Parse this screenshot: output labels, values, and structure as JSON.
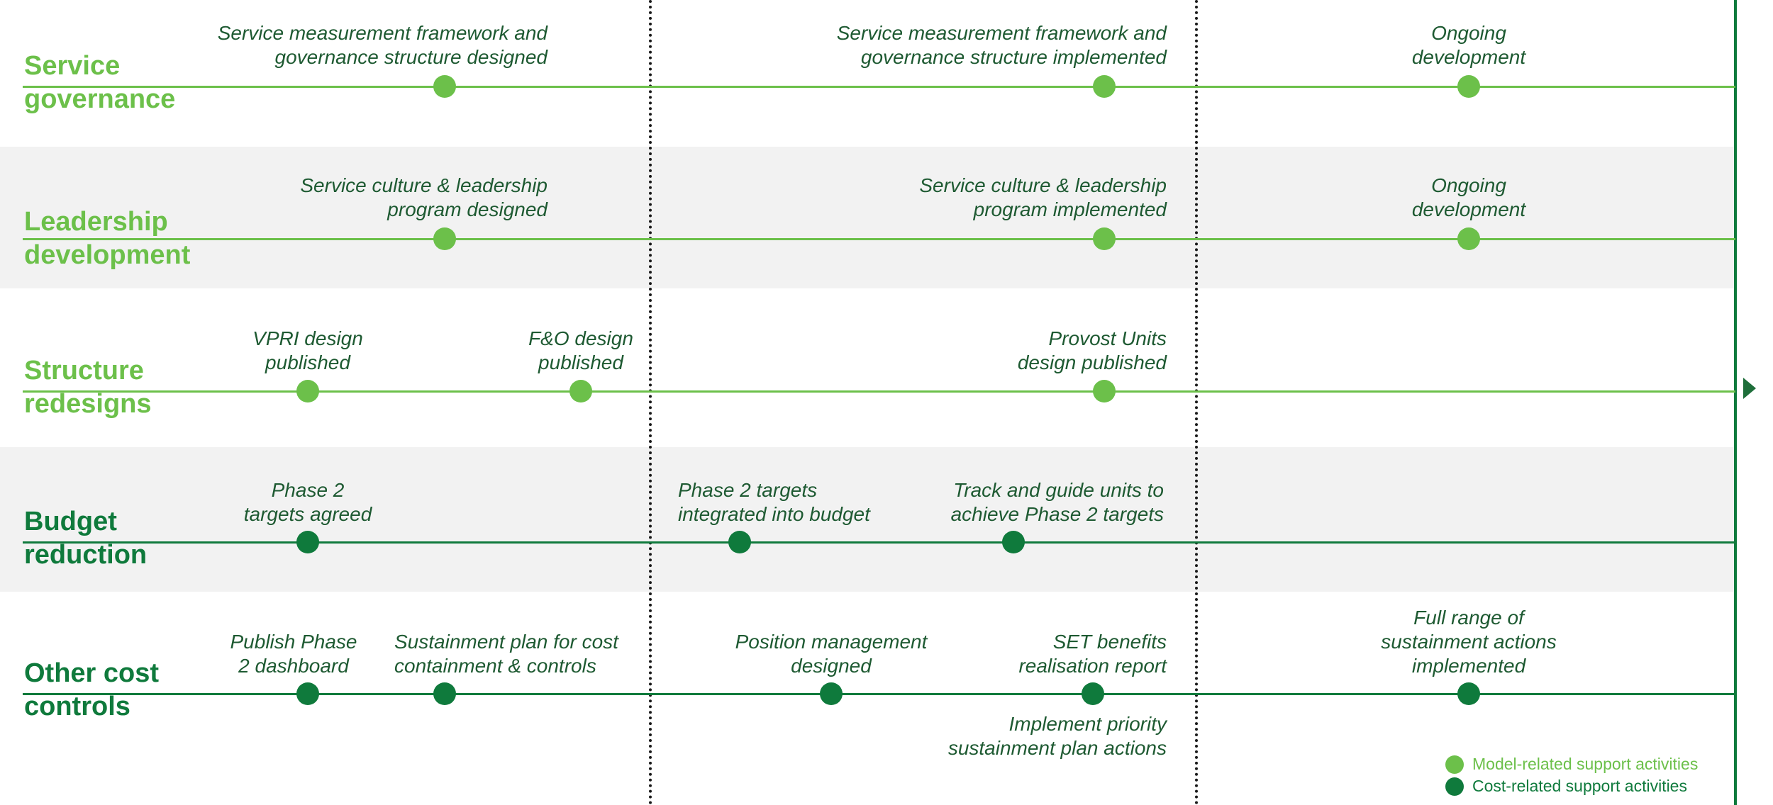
{
  "colors": {
    "model": "#6cc04a",
    "cost": "#0f7a3c",
    "band": "#f2f2f2",
    "label_text": "#1e5a32",
    "divider": "#1a1a1a"
  },
  "rows": [
    {
      "title": "Service\ngovernance",
      "kind": "model",
      "milestones": [
        {
          "text": "Service measurement framework and\ngovernance structure designed",
          "period": 1
        },
        {
          "text": "Service measurement framework and\ngovernance structure implemented",
          "period": 2
        },
        {
          "text": "Ongoing\ndevelopment",
          "period": 3
        }
      ]
    },
    {
      "title": "Leadership\ndevelopment",
      "kind": "model",
      "milestones": [
        {
          "text": "Service culture & leadership\nprogram designed",
          "period": 1
        },
        {
          "text": "Service culture & leadership\nprogram implemented",
          "period": 2
        },
        {
          "text": "Ongoing\ndevelopment",
          "period": 3
        }
      ]
    },
    {
      "title": "Structure\nredesigns",
      "kind": "model",
      "milestones": [
        {
          "text": "VPRI design\npublished",
          "period": 1
        },
        {
          "text": "F&O design\npublished",
          "period": 1
        },
        {
          "text": "Provost Units\ndesign published",
          "period": 2
        }
      ]
    },
    {
      "title": "Budget\nreduction",
      "kind": "cost",
      "milestones": [
        {
          "text": "Phase 2\ntargets agreed",
          "period": 1
        },
        {
          "text": "Phase 2 targets\nintegrated into budget",
          "period": 2
        },
        {
          "text": "Track and guide units to\nachieve Phase 2 targets",
          "period": 2
        }
      ]
    },
    {
      "title": "Other cost\ncontrols",
      "kind": "cost",
      "milestones": [
        {
          "text": "Publish Phase\n2 dashboard",
          "period": 1
        },
        {
          "text": "Sustainment plan for cost\ncontainment & controls",
          "period": 1
        },
        {
          "text": "Position management\ndesigned",
          "period": 2
        },
        {
          "text": "SET benefits\nrealisation report",
          "period": 2
        },
        {
          "text": "Implement priority\nsustainment plan actions",
          "period": 2
        },
        {
          "text": "Full range of\nsustainment actions\nimplemented",
          "period": 3
        }
      ]
    }
  ],
  "legend": [
    {
      "label": "Model-related support activities",
      "kind": "model"
    },
    {
      "label": "Cost-related support activities",
      "kind": "cost"
    }
  ]
}
